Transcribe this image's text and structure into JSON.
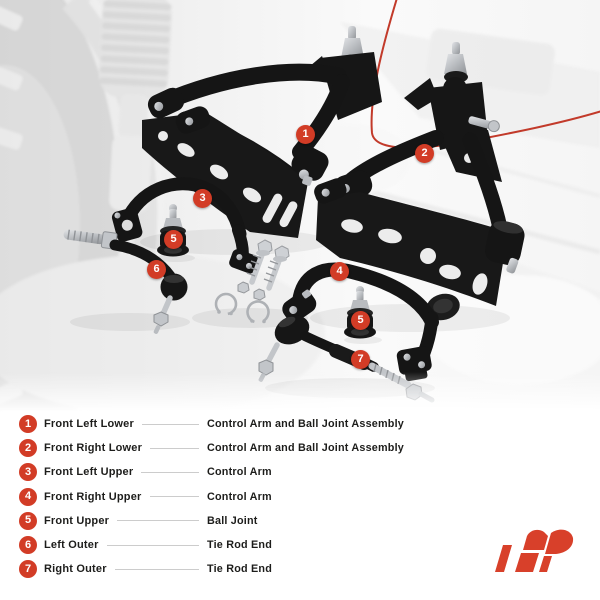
{
  "colors": {
    "accent": "#d23c26",
    "curve": "#c23a2a",
    "logo_red": "#d8402a",
    "text": "#1d1d1b",
    "divider": "#cccccc"
  },
  "photo": {
    "badges": [
      {
        "number": "1"
      },
      {
        "number": "2"
      },
      {
        "number": "3"
      },
      {
        "number": "4"
      },
      {
        "number": "5"
      },
      {
        "number": "5"
      },
      {
        "number": "6"
      },
      {
        "number": "7"
      }
    ]
  },
  "legend": {
    "rows": [
      {
        "number": "1",
        "label": "Front Left Lower",
        "description": "Control Arm and Ball Joint Assembly"
      },
      {
        "number": "2",
        "label": "Front Right Lower",
        "description": "Control Arm and Ball Joint Assembly"
      },
      {
        "number": "3",
        "label": "Front Left Upper",
        "description": "Control Arm"
      },
      {
        "number": "4",
        "label": "Front Right Upper",
        "description": "Control Arm"
      },
      {
        "number": "5",
        "label": "Front Upper",
        "description": "Ball Joint"
      },
      {
        "number": "6",
        "label": "Left Outer",
        "description": "Tie Rod End"
      },
      {
        "number": "7",
        "label": "Right Outer",
        "description": "Tie Rod End"
      }
    ]
  },
  "logo": {
    "icon": "ap-logo"
  }
}
